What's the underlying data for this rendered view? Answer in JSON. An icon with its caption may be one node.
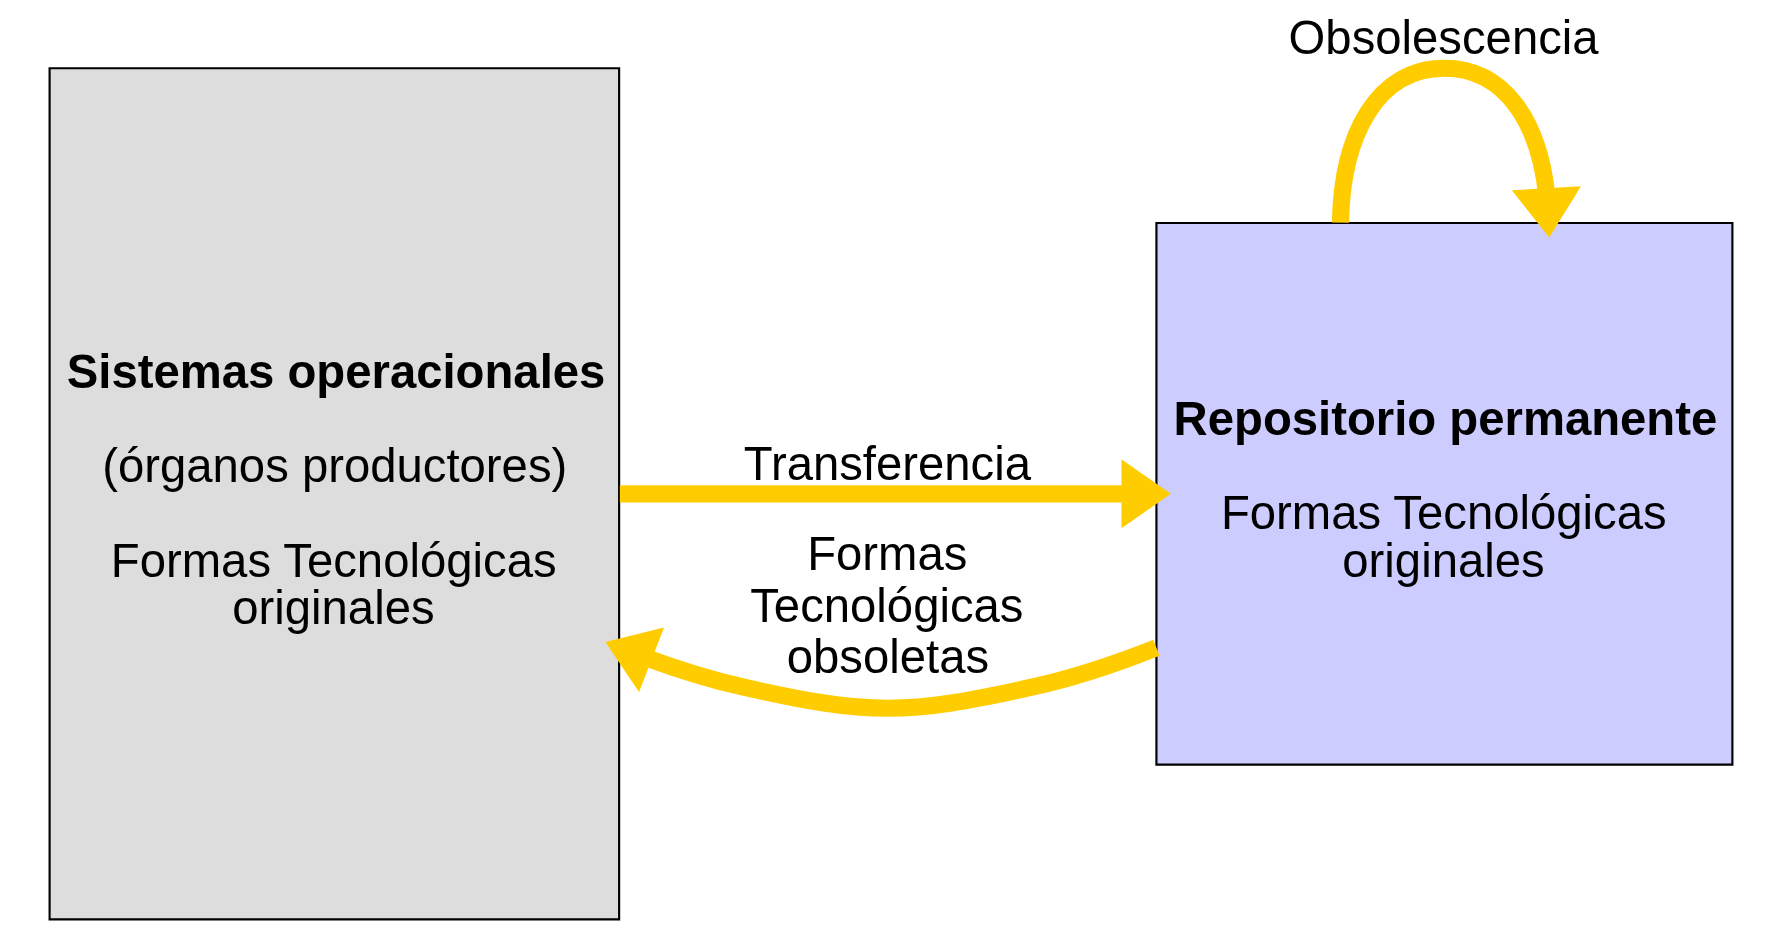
{
  "diagram": {
    "nodes": [
      {
        "text": [
          "Sistemas operacionales",
          "(órganos productores)",
          "Formas Tecnológicas originales"
        ]
      },
      {
        "text": [
          "Repositorio permanente",
          "Formas Tecnológicas originales"
        ]
      }
    ],
    "edges": [
      {
        "from": 0,
        "to": 1,
        "arrow": "to",
        "label": "Transferencia"
      },
      {
        "from": 1,
        "to": 1,
        "arrow": "to",
        "label": "Obsolescencia"
      },
      {
        "from": 1,
        "to": 0,
        "arrow": "to",
        "label": "Formas Tecnológicas obsoletas"
      }
    ]
  }
}
